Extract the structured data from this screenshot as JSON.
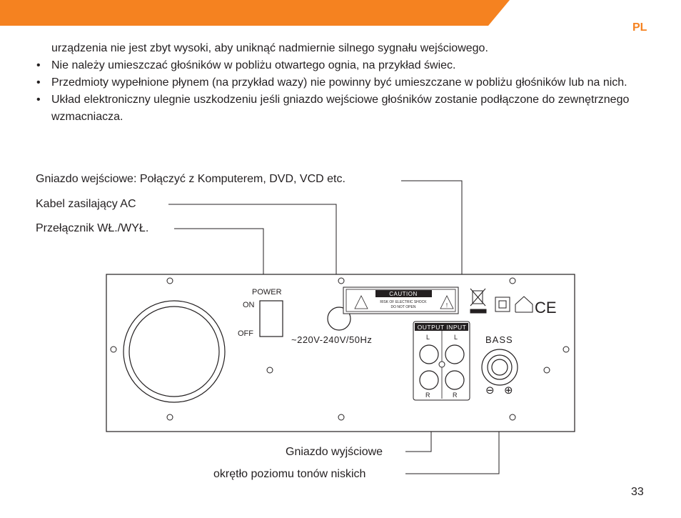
{
  "header": {
    "language_code": "PL",
    "accent_color": "#f58220"
  },
  "body_text": {
    "continuation": "urządzenia nie jest zbyt wysoki, aby uniknąć nadmiernie silnego sygnału wejściowego.",
    "bullet_symbol": "•",
    "bullets": [
      "Nie należy umieszczać głośników w pobliżu otwartego ognia, na przykład świec.",
      "Przedmioty wypełnione płynem (na przykład wazy) nie powinny być umieszczane w pobliżu głośników lub na nich.",
      "Układ elektroniczny ulegnie uszkodzeniu jeśli gniazdo wejściowe głośników zostanie podłączone do zewnętrznego wzmacniacza."
    ]
  },
  "callouts": {
    "input_jack": "Gniazdo wejściowe: Połączyć z Komputerem, DVD, VCD etc.",
    "ac_cable": "Kabel zasilający AC",
    "power_switch": "Przełącznik WŁ./WYŁ.",
    "output_jack": "Gniazdo wyjściowe",
    "bass_knob": "okrętło poziomu tonów niskich"
  },
  "panel": {
    "power_label": "POWER",
    "on_label": "ON",
    "off_label": "OFF",
    "voltage": "~220V-240V/50Hz",
    "caution_title": "CAUTION",
    "caution_line1": "RISK OF ELECTRIC SHOCK",
    "caution_line2": "DO NOT OPEN",
    "output_input_label": "OUTPUT INPUT",
    "jack_left": "L",
    "jack_right": "R",
    "bass_label": "BASS",
    "minus_symbol": "⊖",
    "plus_symbol": "⊕",
    "ce_mark": "CE"
  },
  "footer": {
    "page_number": "33"
  }
}
